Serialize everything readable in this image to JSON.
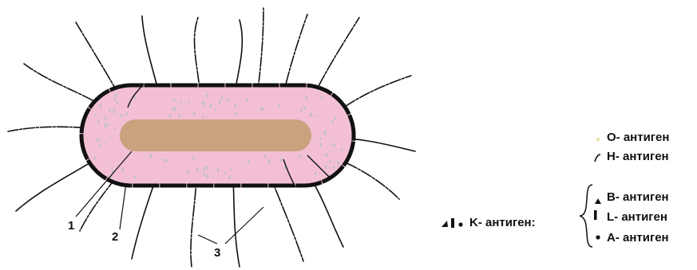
{
  "colors": {
    "capsule": "#f2bfd4",
    "body": "#c9a27e",
    "o_antigen": "#a8c0c8",
    "flagella": "#111111",
    "k_antigen": "#111111"
  },
  "icons": {
    "o_antigen": "dot-icon",
    "h_antigen": "flagellum-icon",
    "b_antigen": "triangle-icon",
    "l_antigen": "bar-icon",
    "a_antigen": "dot-icon",
    "k_antigen": "k-antigen-symbols-icon"
  },
  "callouts": {
    "one": "1",
    "two": "2",
    "three": "3"
  },
  "legend": {
    "o_antigen": "O- антиген",
    "h_antigen": "H- антиген",
    "k_antigen": "K- антиген:",
    "b_antigen": "B- антиген",
    "l_antigen": "L- антиген",
    "a_antigen": "A- антиген"
  }
}
